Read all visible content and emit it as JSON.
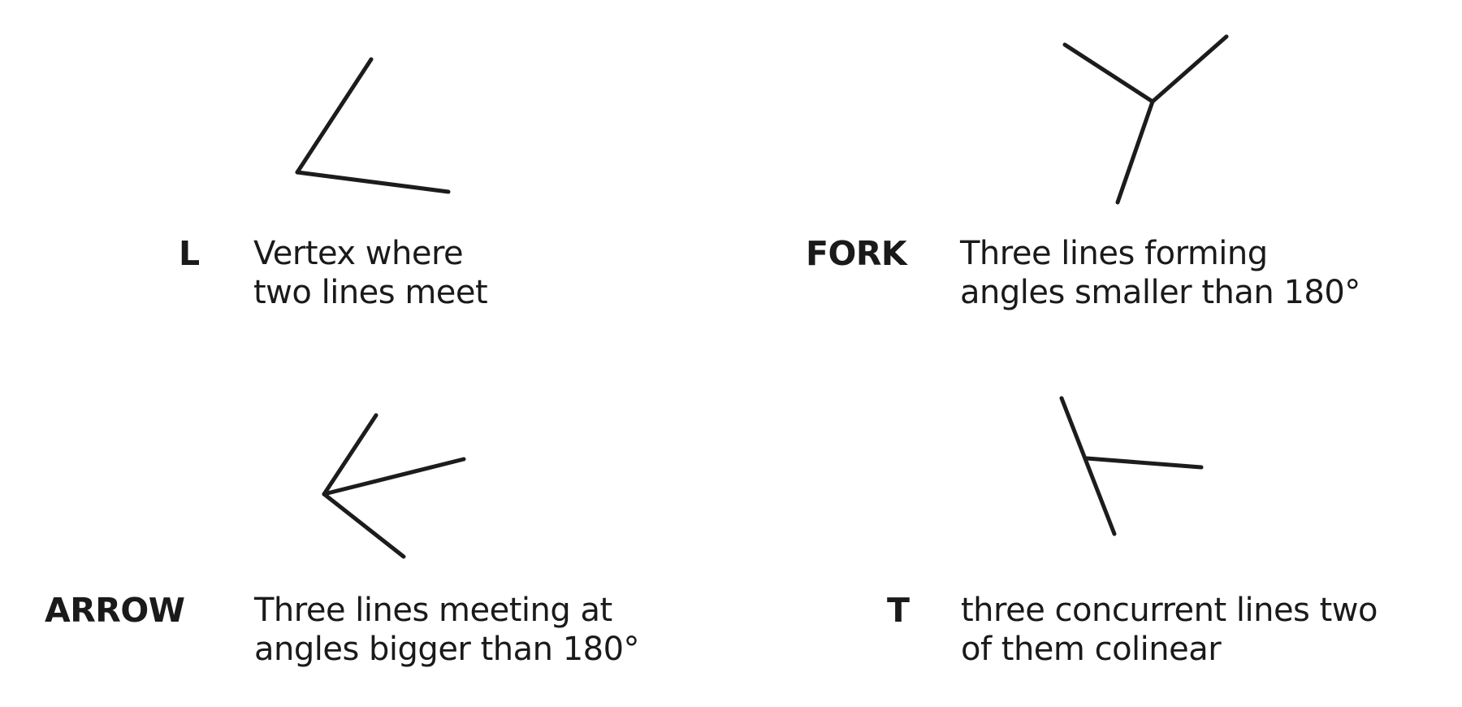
{
  "junctions": [
    {
      "key": "L",
      "label": "L",
      "description_lines": [
        "Vertex where",
        "two lines meet"
      ],
      "lines": [
        [
          366,
          212,
          457,
          73
        ],
        [
          366,
          212,
          552,
          236
        ]
      ]
    },
    {
      "key": "FORK",
      "label": "FORK",
      "description_lines": [
        "Three lines forming",
        "angles smaller than 180°"
      ],
      "lines": [
        [
          1419,
          125,
          1311,
          55
        ],
        [
          1419,
          125,
          1510,
          45
        ],
        [
          1419,
          125,
          1376,
          249
        ]
      ]
    },
    {
      "key": "ARROW",
      "label": "ARROW",
      "description_lines": [
        "Three lines meeting at",
        "angles bigger than 180°"
      ],
      "lines": [
        [
          399,
          608,
          463,
          511
        ],
        [
          399,
          608,
          571,
          565
        ],
        [
          399,
          608,
          497,
          685
        ]
      ]
    },
    {
      "key": "T",
      "label": "T",
      "description_lines": [
        "three concurrent lines two",
        "of them colinear"
      ],
      "lines": [
        [
          1307,
          490,
          1372,
          657
        ],
        [
          1338,
          564,
          1479,
          575
        ]
      ]
    }
  ],
  "colors": {
    "stroke": "#1c1c1c",
    "text": "#1a1a1a",
    "background": "#ffffff"
  }
}
